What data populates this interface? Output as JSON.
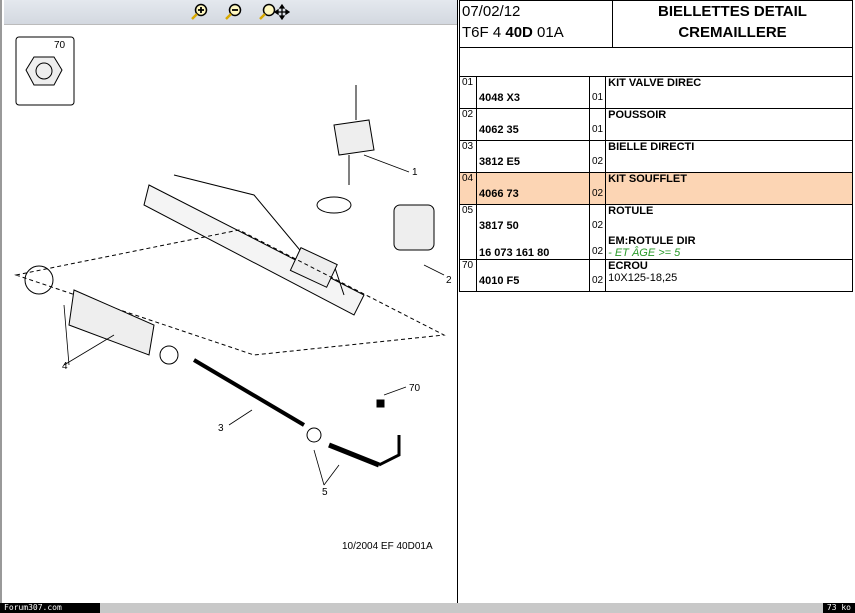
{
  "toolbar": {
    "zoom_in": "zoom-in-icon",
    "zoom_out": "zoom-out-icon",
    "pan": "zoom-pan-icon"
  },
  "diagram": {
    "callouts": [
      "70",
      "1",
      "2",
      "3",
      "4",
      "5",
      "70"
    ],
    "caption": "10/2004   EF 40D01A"
  },
  "header": {
    "date": "07/02/12",
    "code_a": "T6F 4 ",
    "code_b": "40D",
    "code_c": " 01A",
    "title_1": "BIELLETTES DETAIL",
    "title_2": "CREMAILLERE"
  },
  "rows": [
    {
      "idx": "01",
      "ref": "4048 X3",
      "qty": "01",
      "desc": "KIT VALVE DIREC"
    },
    {
      "idx": "02",
      "ref": "4062 35",
      "qty": "01",
      "desc": "POUSSOIR"
    },
    {
      "idx": "03",
      "ref": "3812 E5",
      "qty": "02",
      "desc": "BIELLE DIRECTI"
    },
    {
      "idx": "04",
      "ref": "4066 73",
      "qty": "02",
      "desc": "KIT SOUFFLET"
    },
    {
      "idx": "05",
      "ref": "3817 50",
      "qty": "02",
      "desc": "ROTULE",
      "ref2": "16 073 161 80",
      "qty2": "02",
      "desc2": "EM:ROTULE DIR",
      "note2": "- ET ÂGE >= 5"
    },
    {
      "idx": "70",
      "ref": "4010 F5",
      "qty": "02",
      "desc": "ECROU",
      "note": "10X125-18,25"
    }
  ],
  "footer": {
    "site": "Forum307.com",
    "size": "73 ko"
  },
  "colors": {
    "selected_row": "#fcd5b4",
    "note_green": "#2a9a2a"
  }
}
